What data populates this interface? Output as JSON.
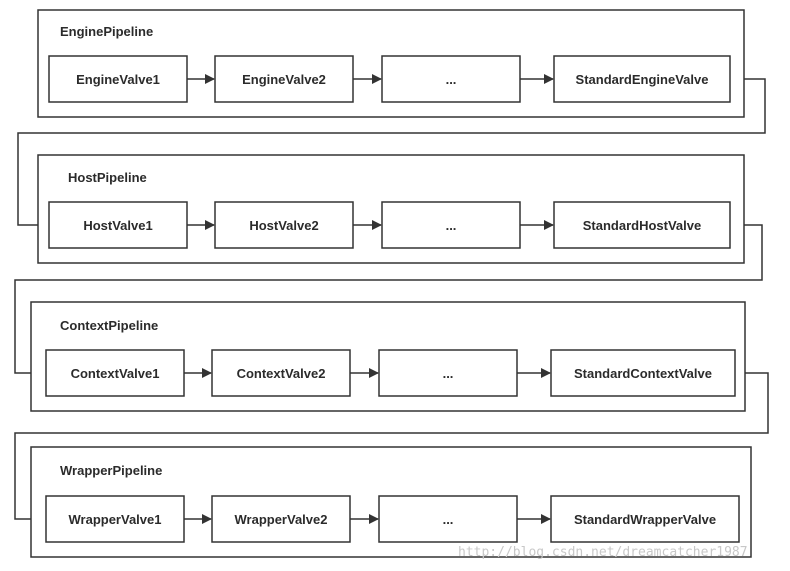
{
  "pipelines": [
    {
      "title": "EnginePipeline",
      "valves": [
        "EngineValve1",
        "EngineValve2",
        "...",
        "StandardEngineValve"
      ]
    },
    {
      "title": "HostPipeline",
      "valves": [
        "HostValve1",
        "HostValve2",
        "...",
        "StandardHostValve"
      ]
    },
    {
      "title": "ContextPipeline",
      "valves": [
        "ContextValve1",
        "ContextValve2",
        "...",
        "StandardContextValve"
      ]
    },
    {
      "title": "WrapperPipeline",
      "valves": [
        "WrapperValve1",
        "WrapperValve2",
        "...",
        "StandardWrapperValve"
      ]
    }
  ],
  "watermark": "http://blog.csdn.net/dreamcatcher1987"
}
